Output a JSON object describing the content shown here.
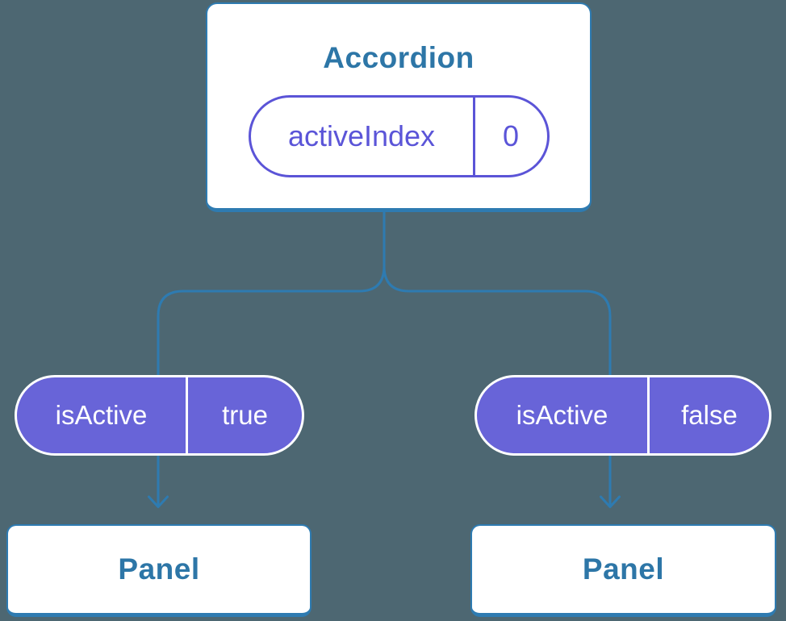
{
  "background_color": "#4d6772",
  "colors": {
    "line_blue": "#2e7bb1",
    "label_blue": "#2d76a7",
    "purple_fill": "#6864d8",
    "purple_outline": "#5b54d7",
    "node_background": "#ffffff",
    "pill_text": "#ffffff"
  },
  "tree": {
    "root": {
      "label": "Accordion",
      "state": {
        "name": "activeIndex",
        "value": "0"
      }
    },
    "children": [
      {
        "prop": {
          "name": "isActive",
          "value": "true"
        },
        "label": "Panel"
      },
      {
        "prop": {
          "name": "isActive",
          "value": "false"
        },
        "label": "Panel"
      }
    ]
  }
}
